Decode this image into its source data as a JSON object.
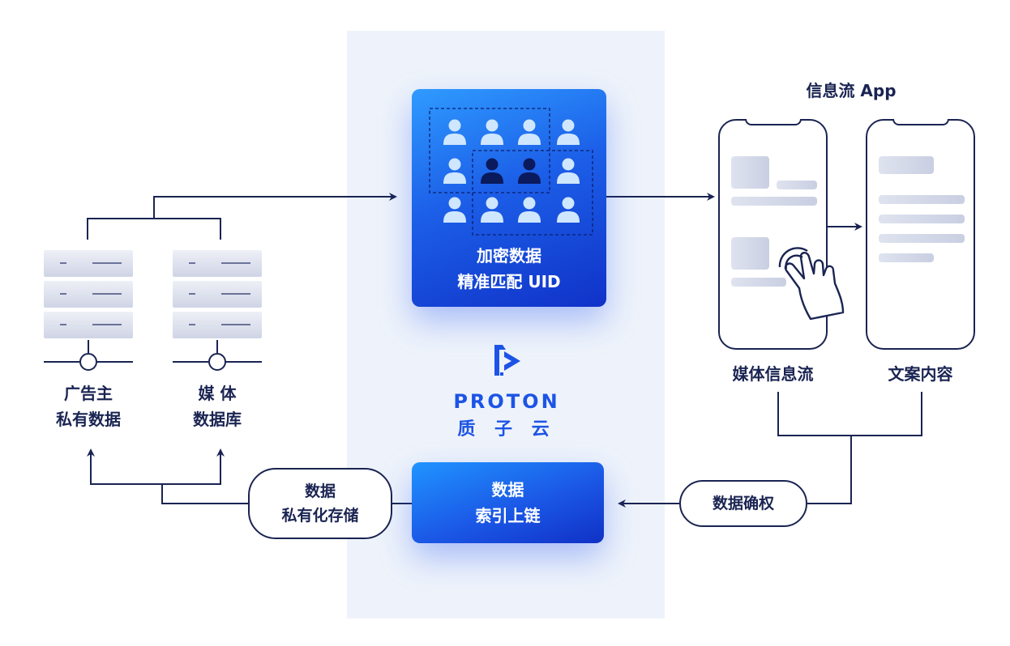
{
  "encrypted_match": {
    "line1": "加密数据",
    "line2": "精准匹配 UID"
  },
  "index_chain": {
    "line1": "数据",
    "line2": "索引上链"
  },
  "advertiser": {
    "line1": "广告主",
    "line2": "私有数据"
  },
  "media_db": {
    "line1": "媒 体",
    "line2": "数据库"
  },
  "private_storage": {
    "line1": "数据",
    "line2": "私有化存储"
  },
  "data_rights": {
    "label": "数据确权"
  },
  "app_title": "信息流 App",
  "media_feed_label": "媒体信息流",
  "content_label": "文案内容",
  "brand": {
    "word": "PROTON",
    "cn": "质 子 云"
  },
  "colors": {
    "navy": "#1a2452",
    "blue": "#1d54e6",
    "band": "#eef3fb"
  }
}
